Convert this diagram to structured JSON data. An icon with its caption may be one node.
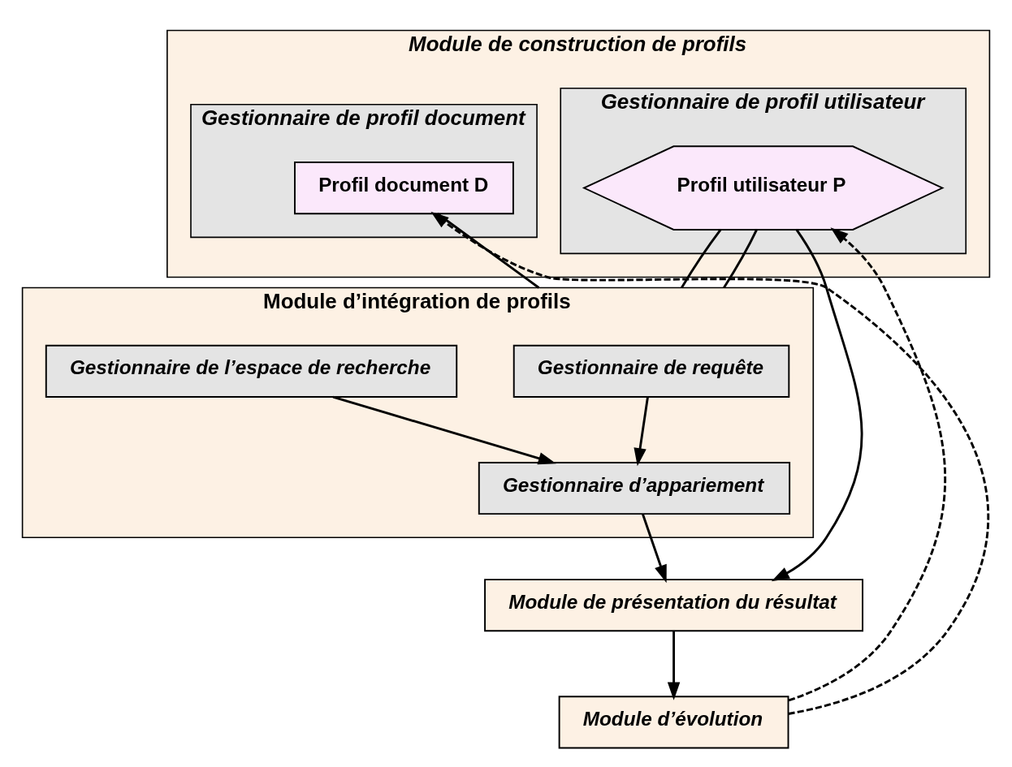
{
  "diagram": {
    "nodes": [
      {
        "text": [
          "Module de construction de profils"
        ]
      },
      {
        "text": [
          "Gestionnaire de profil utilisateur"
        ],
        "in": 0
      },
      {
        "text": [
          "Gestionnaire de profil document"
        ],
        "in": 0
      },
      {
        "text": [
          "Profil utilisateur P"
        ],
        "in": 1
      },
      {
        "text": [
          "Profil document D"
        ],
        "in": 2
      },
      {
        "text": [
          "Module d’intégration de profils"
        ]
      },
      {
        "text": [
          "Gestionnaire de requête"
        ],
        "in": 5
      },
      {
        "text": [
          "Gestionnaire de l’espace de recherche"
        ],
        "in": 5
      },
      {
        "text": [
          "Gestionnaire d’appariement"
        ],
        "in": 5
      },
      {
        "text": [
          "Module de présentation du résultat"
        ]
      },
      {
        "text": [
          "Module d’évolution"
        ]
      }
    ],
    "edges": [
      {
        "from": 3,
        "to": 5,
        "arrow": "none"
      },
      {
        "from": 3,
        "to": 5,
        "arrow": "none"
      },
      {
        "from": 4,
        "to": 5,
        "arrow": "none"
      },
      {
        "from": 6,
        "to": 8,
        "arrow": "to"
      },
      {
        "from": 7,
        "to": 8,
        "arrow": "to"
      },
      {
        "from": 8,
        "to": 9,
        "arrow": "to"
      },
      {
        "from": 3,
        "to": 9,
        "arrow": "to"
      },
      {
        "from": 9,
        "to": 10,
        "arrow": "to"
      },
      {
        "from": 10,
        "to": 3,
        "arrow": "to",
        "style": "dashed"
      },
      {
        "from": 10,
        "to": 4,
        "arrow": "to",
        "style": "dashed"
      }
    ]
  }
}
